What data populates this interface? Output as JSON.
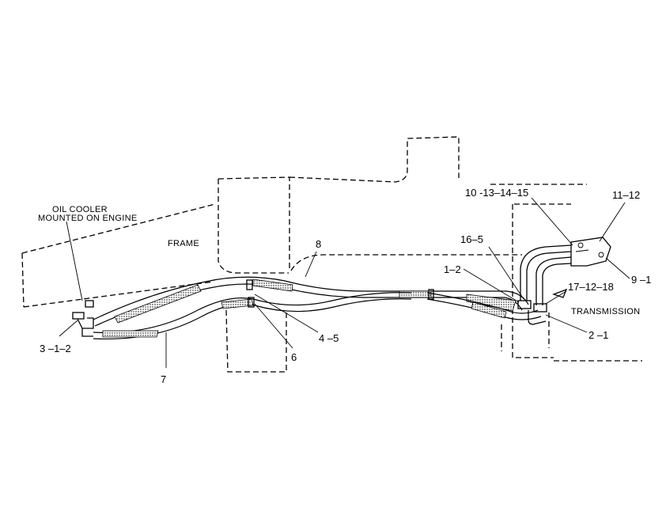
{
  "labels": {
    "oil_cooler_line1": "OIL COOLER",
    "oil_cooler_line2": "MOUNTED ON ENGINE",
    "frame": "FRAME",
    "transmission": "TRANSMISSION",
    "callout_8": "8",
    "callout_10_13_14_15": "10 -13–14–15",
    "callout_11_12": "11–12",
    "callout_16_5": "16–5",
    "callout_1_2": "1–2",
    "callout_17_12_18": "17–12–18",
    "callout_9_1": "9 –1",
    "callout_3_1_2": "3 –1–2",
    "callout_4_5": "4 –5",
    "callout_6": "6",
    "callout_2_1": "2 –1",
    "callout_7": "7"
  }
}
